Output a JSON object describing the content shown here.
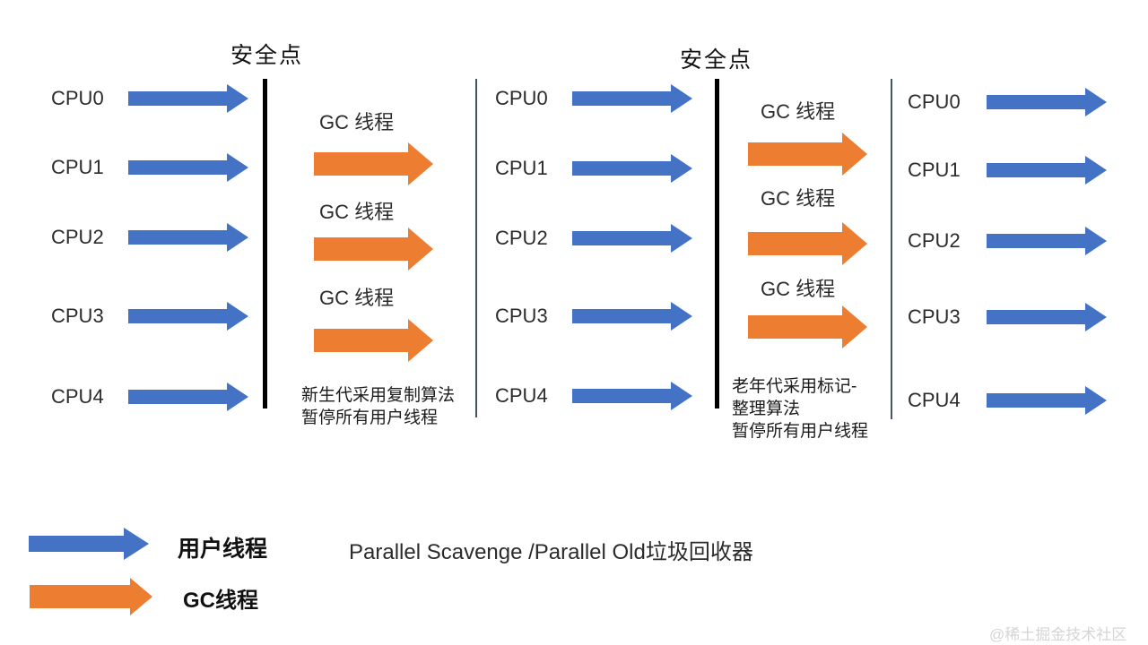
{
  "title": "Parallel Scavenge /Parallel Old垃圾回收器",
  "watermark": "@稀土掘金技术社区",
  "labels": {
    "safepoint": "安全点",
    "gc_thread": "GC 线程"
  },
  "cpus": [
    "CPU0",
    "CPU1",
    "CPU2",
    "CPU3",
    "CPU4"
  ],
  "notes": {
    "young_gen": [
      "新生代采用复制算法",
      "暂停所有用户线程"
    ],
    "old_gen": [
      "老年代采用标记-",
      "整理算法",
      "暂停所有用户线程"
    ]
  },
  "legend": {
    "user_thread": "用户线程",
    "gc_thread": "GC线程"
  },
  "colors": {
    "user_thread_blue": "#4472C4",
    "gc_thread_orange": "#ED7D31",
    "safepoint_line": "#000000",
    "divider_line": "#44546A"
  }
}
